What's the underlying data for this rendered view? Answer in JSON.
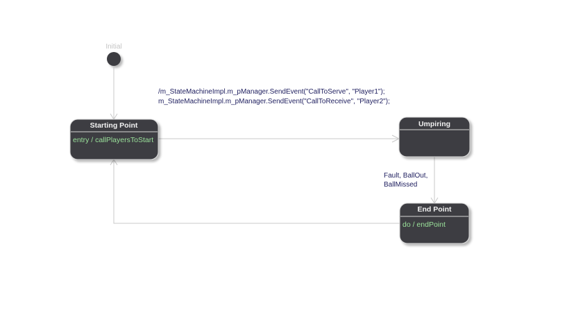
{
  "initial": {
    "label": "Initial"
  },
  "states": {
    "starting_point": {
      "title": "Starting Point",
      "action": "entry / callPlayersToStart"
    },
    "umpiring": {
      "title": "Umpiring",
      "action": ""
    },
    "end_point": {
      "title": "End Point",
      "action": "do / endPoint"
    }
  },
  "transitions": {
    "start_to_umpiring": {
      "line1": "/m_StateMachineImpl.m_pManager.SendEvent(\"CallToServe\", \"Player1\");",
      "line2": "m_StateMachineImpl.m_pManager.SendEvent(\"CallToReceive\", \"Player2\");"
    },
    "umpiring_to_end": {
      "line1": "Fault, BallOut,",
      "line2": "BallMissed"
    }
  },
  "colors": {
    "state_fill": "#3d3d42",
    "state_text": "#f2f2f2",
    "action_text": "#9be29b",
    "label_text": "#1d1d5e",
    "edge": "#c8c8c8"
  }
}
